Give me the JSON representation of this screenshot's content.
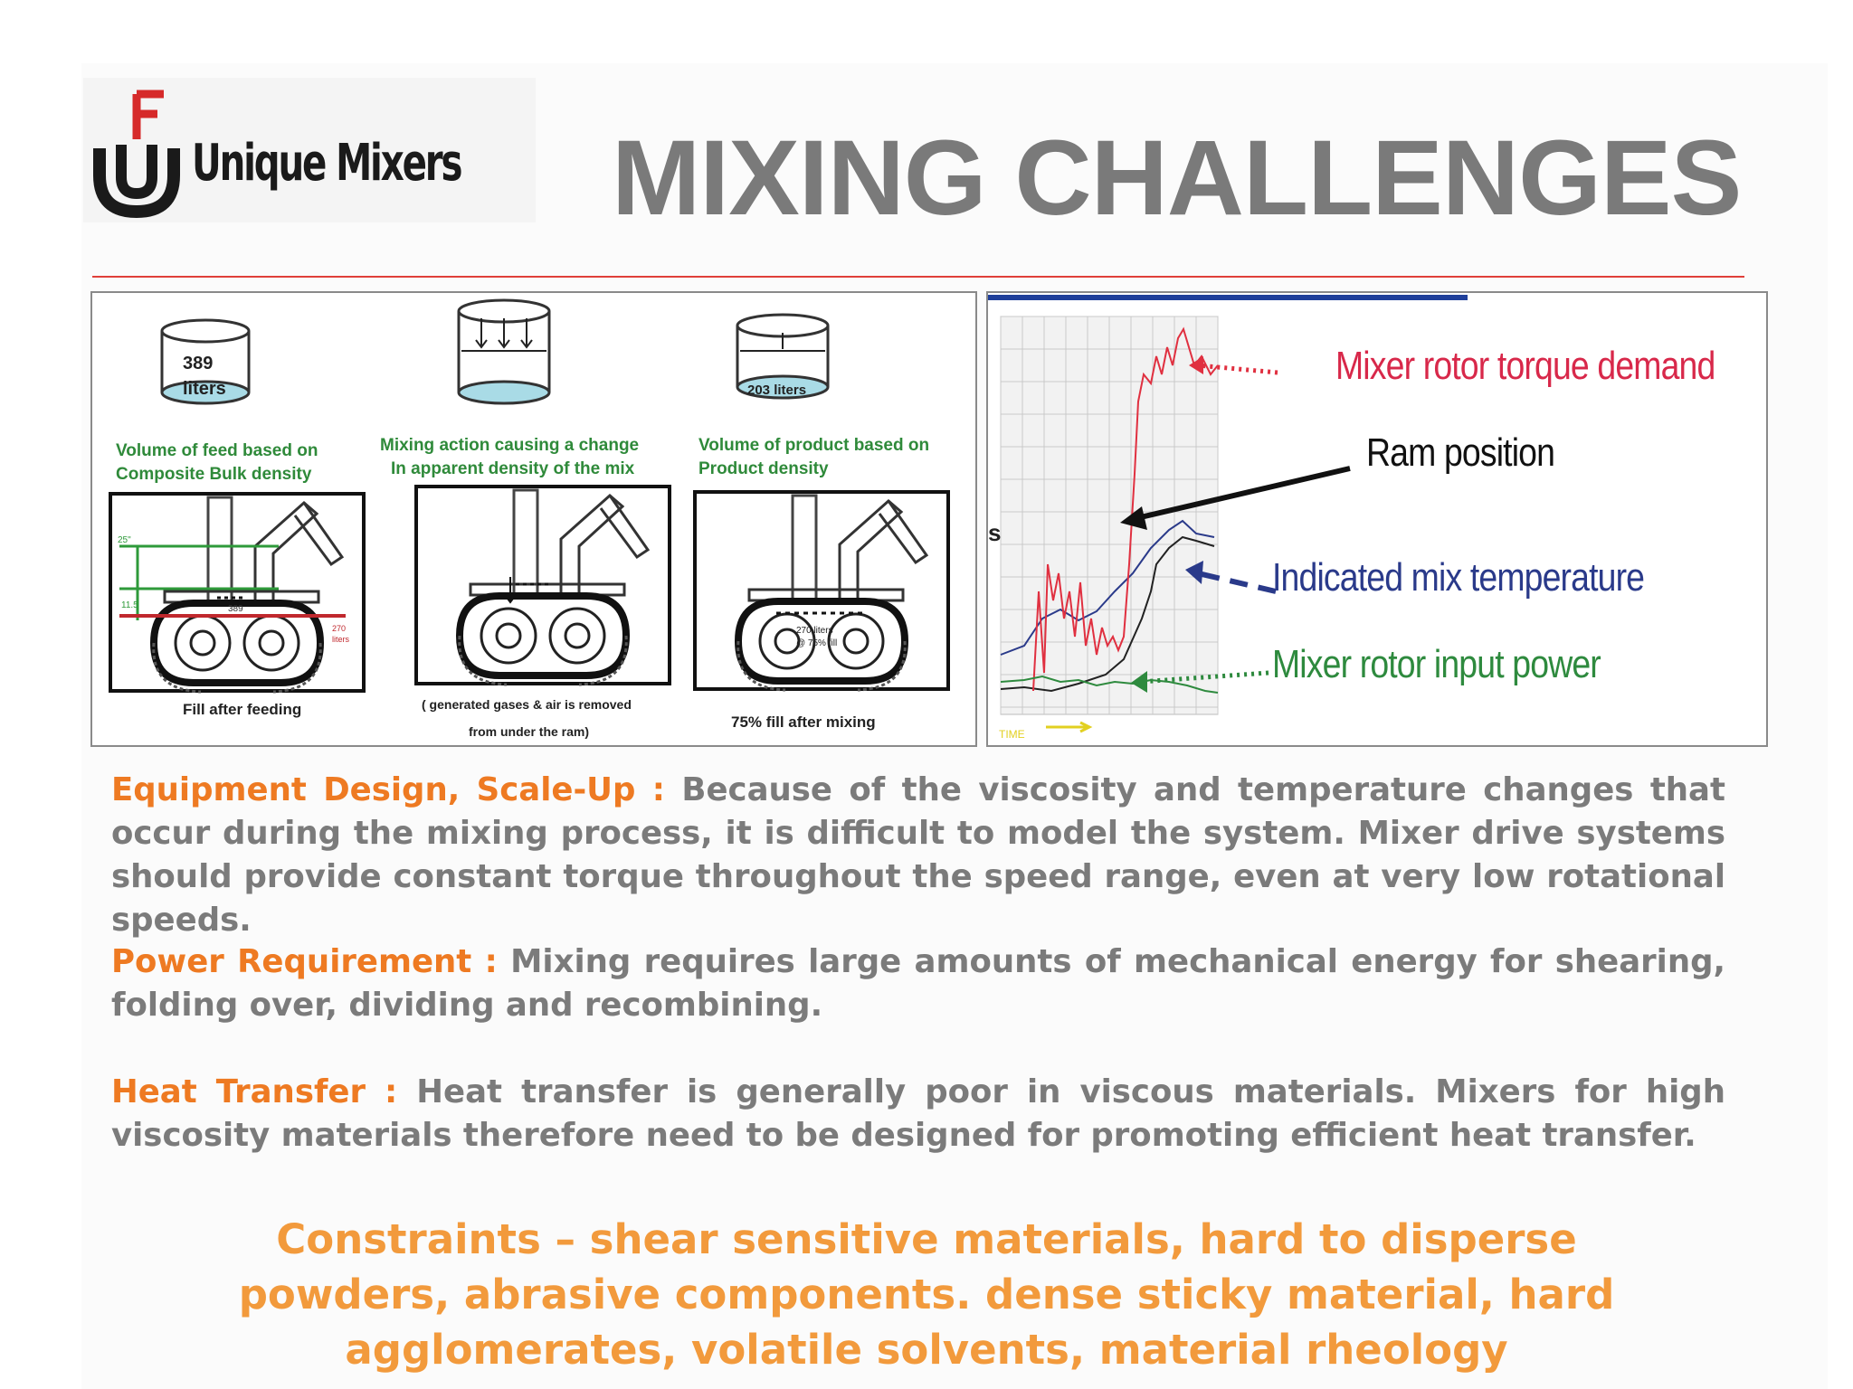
{
  "brand": {
    "name": "Unique Mixers",
    "logo_icon": "unique-mixers-monogram",
    "colors": {
      "logo_red": "#d62a2a",
      "logo_black": "#1a1a1a"
    }
  },
  "page": {
    "title": "MIXING CHALLENGES",
    "title_color": "#7a7a7a",
    "rule_color": "#e0403a"
  },
  "diagram_fill": {
    "stages": [
      {
        "volume": "389 liters",
        "caption": [
          "Volume of feed based on",
          "Composite Bulk density"
        ],
        "footer": [
          "Fill after feeding"
        ],
        "labels": [
          "25\"",
          "11.5",
          "389",
          "270",
          "liters"
        ]
      },
      {
        "volume": "",
        "caption": [
          "Mixing action causing a change",
          "In apparent density of the mix"
        ],
        "footer": [
          "( generated gases & air is removed",
          "from under the ram)"
        ]
      },
      {
        "volume": "203 liters",
        "caption": [
          "Volume of product based on",
          "Product density"
        ],
        "footer": [
          "75% fill after mixing"
        ],
        "labels": [
          "270 liters",
          "@ 75% fill"
        ]
      }
    ]
  },
  "chart_annotations": {
    "torque": "Mixer rotor torque demand",
    "ram": "Ram position",
    "temperature": "Indicated mix temperature",
    "power": "Mixer  rotor input power",
    "axis_fragment": "s",
    "time_label": "TIME",
    "colors": {
      "torque": "#e03040",
      "ram": "#111111",
      "temperature": "#2a3a8a",
      "power": "#2e8a3e",
      "header_bar": "#1f3f9a"
    }
  },
  "paragraphs": [
    {
      "lead": "Equipment Design, Scale-Up :",
      "text": " Because of the viscosity and temperature changes that occur during the mixing process, it is difficult to model the system. Mixer drive systems should provide constant torque throughout the speed range, even at very low rotational speeds."
    },
    {
      "lead": "Power Requirement :",
      "text": " Mixing requires large amounts of mechanical energy for shearing, folding over, dividing and recombining."
    },
    {
      "lead": "Heat Transfer :",
      "text": " Heat transfer is generally poor in viscous materials. Mixers for high viscosity materials therefore need to be designed for promoting efficient heat transfer."
    }
  ],
  "constraints": "Constraints – shear sensitive materials, hard to disperse powders, abrasive components. dense sticky material, hard agglomerates, volatile solvents, material rheology",
  "colors": {
    "lead": "#ee7a22",
    "body": "#7b7b7b",
    "constraints": "#f29a3c"
  }
}
